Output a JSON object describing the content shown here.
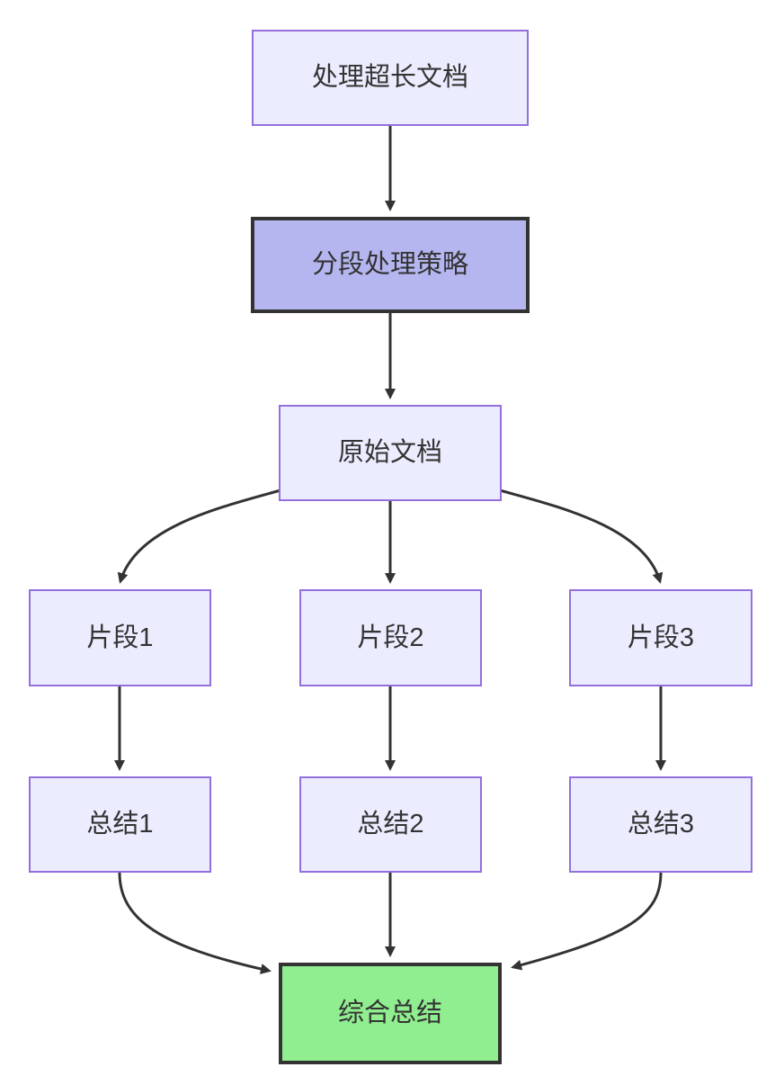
{
  "diagram": {
    "type": "flowchart",
    "direction": "top-down",
    "nodes": [
      {
        "id": "A",
        "label": "处理超长文档",
        "style": "default"
      },
      {
        "id": "B",
        "label": "分段处理策略",
        "style": "emphasis"
      },
      {
        "id": "C",
        "label": "原始文档",
        "style": "default"
      },
      {
        "id": "D1",
        "label": "片段1",
        "style": "default"
      },
      {
        "id": "D2",
        "label": "片段2",
        "style": "default"
      },
      {
        "id": "D3",
        "label": "片段3",
        "style": "default"
      },
      {
        "id": "S1",
        "label": "总结1",
        "style": "default"
      },
      {
        "id": "S2",
        "label": "总结2",
        "style": "default"
      },
      {
        "id": "S3",
        "label": "总结3",
        "style": "default"
      },
      {
        "id": "F",
        "label": "综合总结",
        "style": "success"
      }
    ],
    "edges": [
      {
        "from": "A",
        "to": "B"
      },
      {
        "from": "B",
        "to": "C"
      },
      {
        "from": "C",
        "to": "D1"
      },
      {
        "from": "C",
        "to": "D2"
      },
      {
        "from": "C",
        "to": "D3"
      },
      {
        "from": "D1",
        "to": "S1"
      },
      {
        "from": "D2",
        "to": "S2"
      },
      {
        "from": "D3",
        "to": "S3"
      },
      {
        "from": "S1",
        "to": "F"
      },
      {
        "from": "S2",
        "to": "F"
      },
      {
        "from": "S3",
        "to": "F"
      }
    ],
    "colors": {
      "node-fill": "#ECECFF",
      "node-border": "#9370DB",
      "emphasis-fill": "#B5B5F0",
      "success-fill": "#90EE90",
      "strong-border": "#333333",
      "edge-color": "#333333",
      "text-color": "#333333"
    }
  }
}
